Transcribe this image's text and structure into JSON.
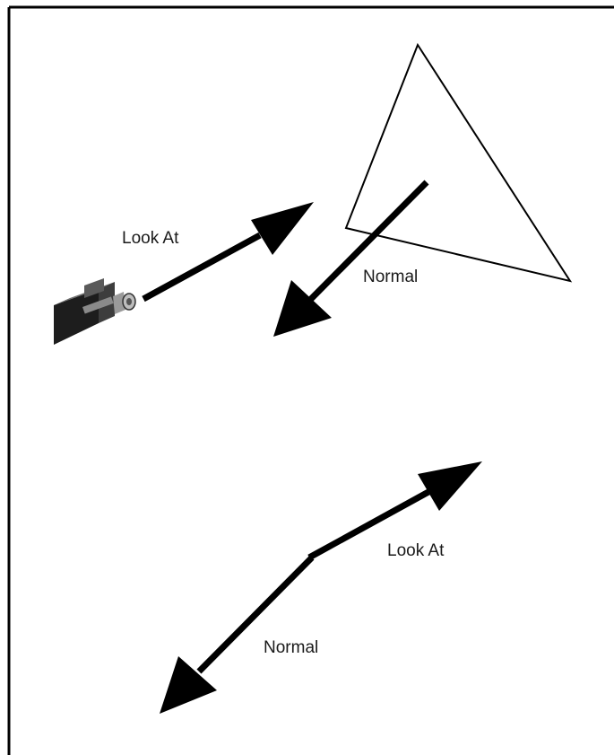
{
  "labels": {
    "look_at_top": "Look At",
    "normal_top": "Normal",
    "look_at_bottom": "Look At",
    "normal_bottom": "Normal"
  },
  "colors": {
    "stroke": "#000000",
    "text": "#1a1a1a",
    "background": "#ffffff",
    "camera_body": "#2b2b2b"
  },
  "icons": {
    "camera": "camera-icon"
  }
}
